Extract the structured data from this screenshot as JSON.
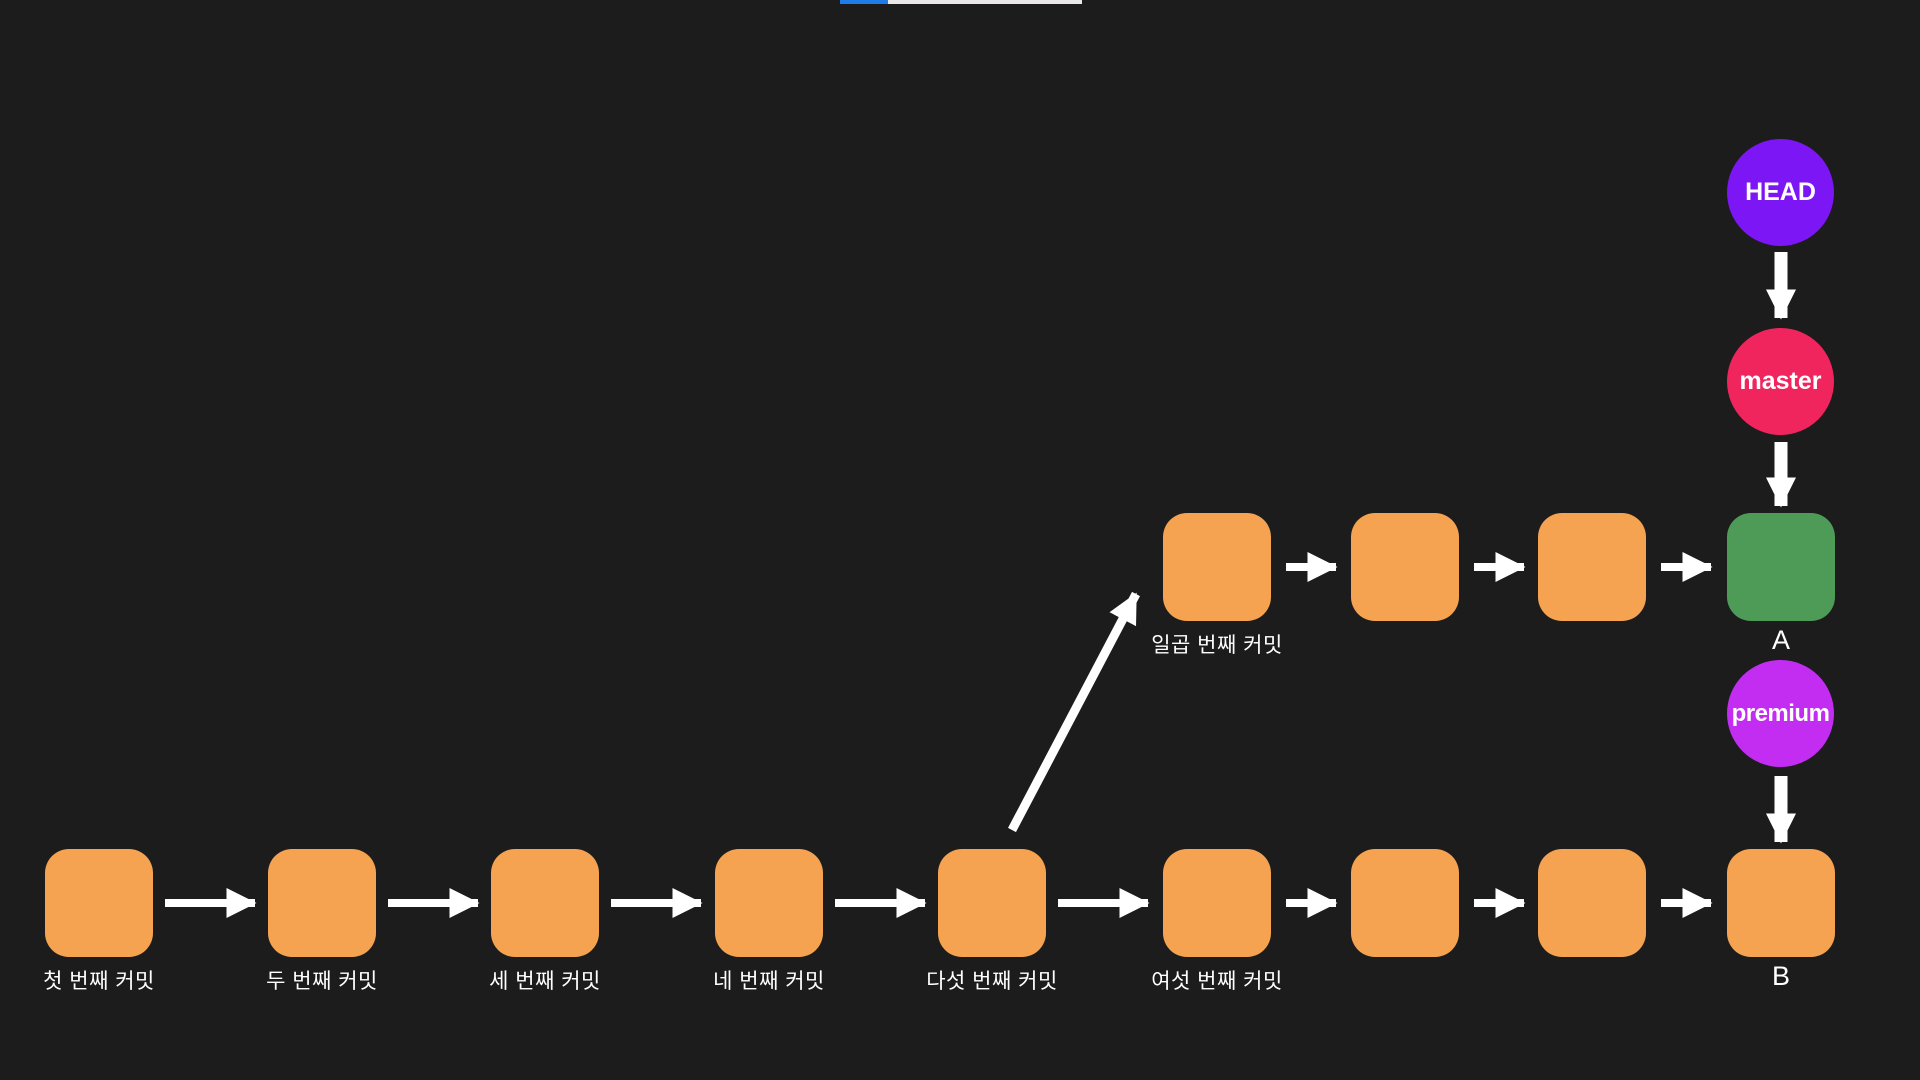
{
  "colors": {
    "bg": "#1c1c1d",
    "orange": "#f5a350",
    "green": "#4d9b56",
    "head-purple": "#7c16f4",
    "master-pink": "#f0255e",
    "premium-magenta": "#c32df2",
    "arrow-white": "#ffffff",
    "progress-blue": "#1f7be8",
    "progress-light": "#e9e7e7"
  },
  "diagram": {
    "bottom_row": [
      {
        "label": "첫 번째 커밋"
      },
      {
        "label": "두 번째 커밋"
      },
      {
        "label": "세 번째 커밋"
      },
      {
        "label": "네 번째 커밋"
      },
      {
        "label": "다섯 번째 커밋"
      },
      {
        "label": "여섯 번째 커밋"
      },
      {
        "label": ""
      },
      {
        "label": ""
      },
      {
        "label": "B"
      }
    ],
    "branch_row": [
      {
        "label": "일곱 번째 커밋"
      },
      {
        "label": ""
      },
      {
        "label": ""
      },
      {
        "label": "A"
      }
    ],
    "refs": {
      "head": {
        "label": "HEAD"
      },
      "master": {
        "label": "master"
      },
      "premium": {
        "label": "premium"
      }
    }
  }
}
